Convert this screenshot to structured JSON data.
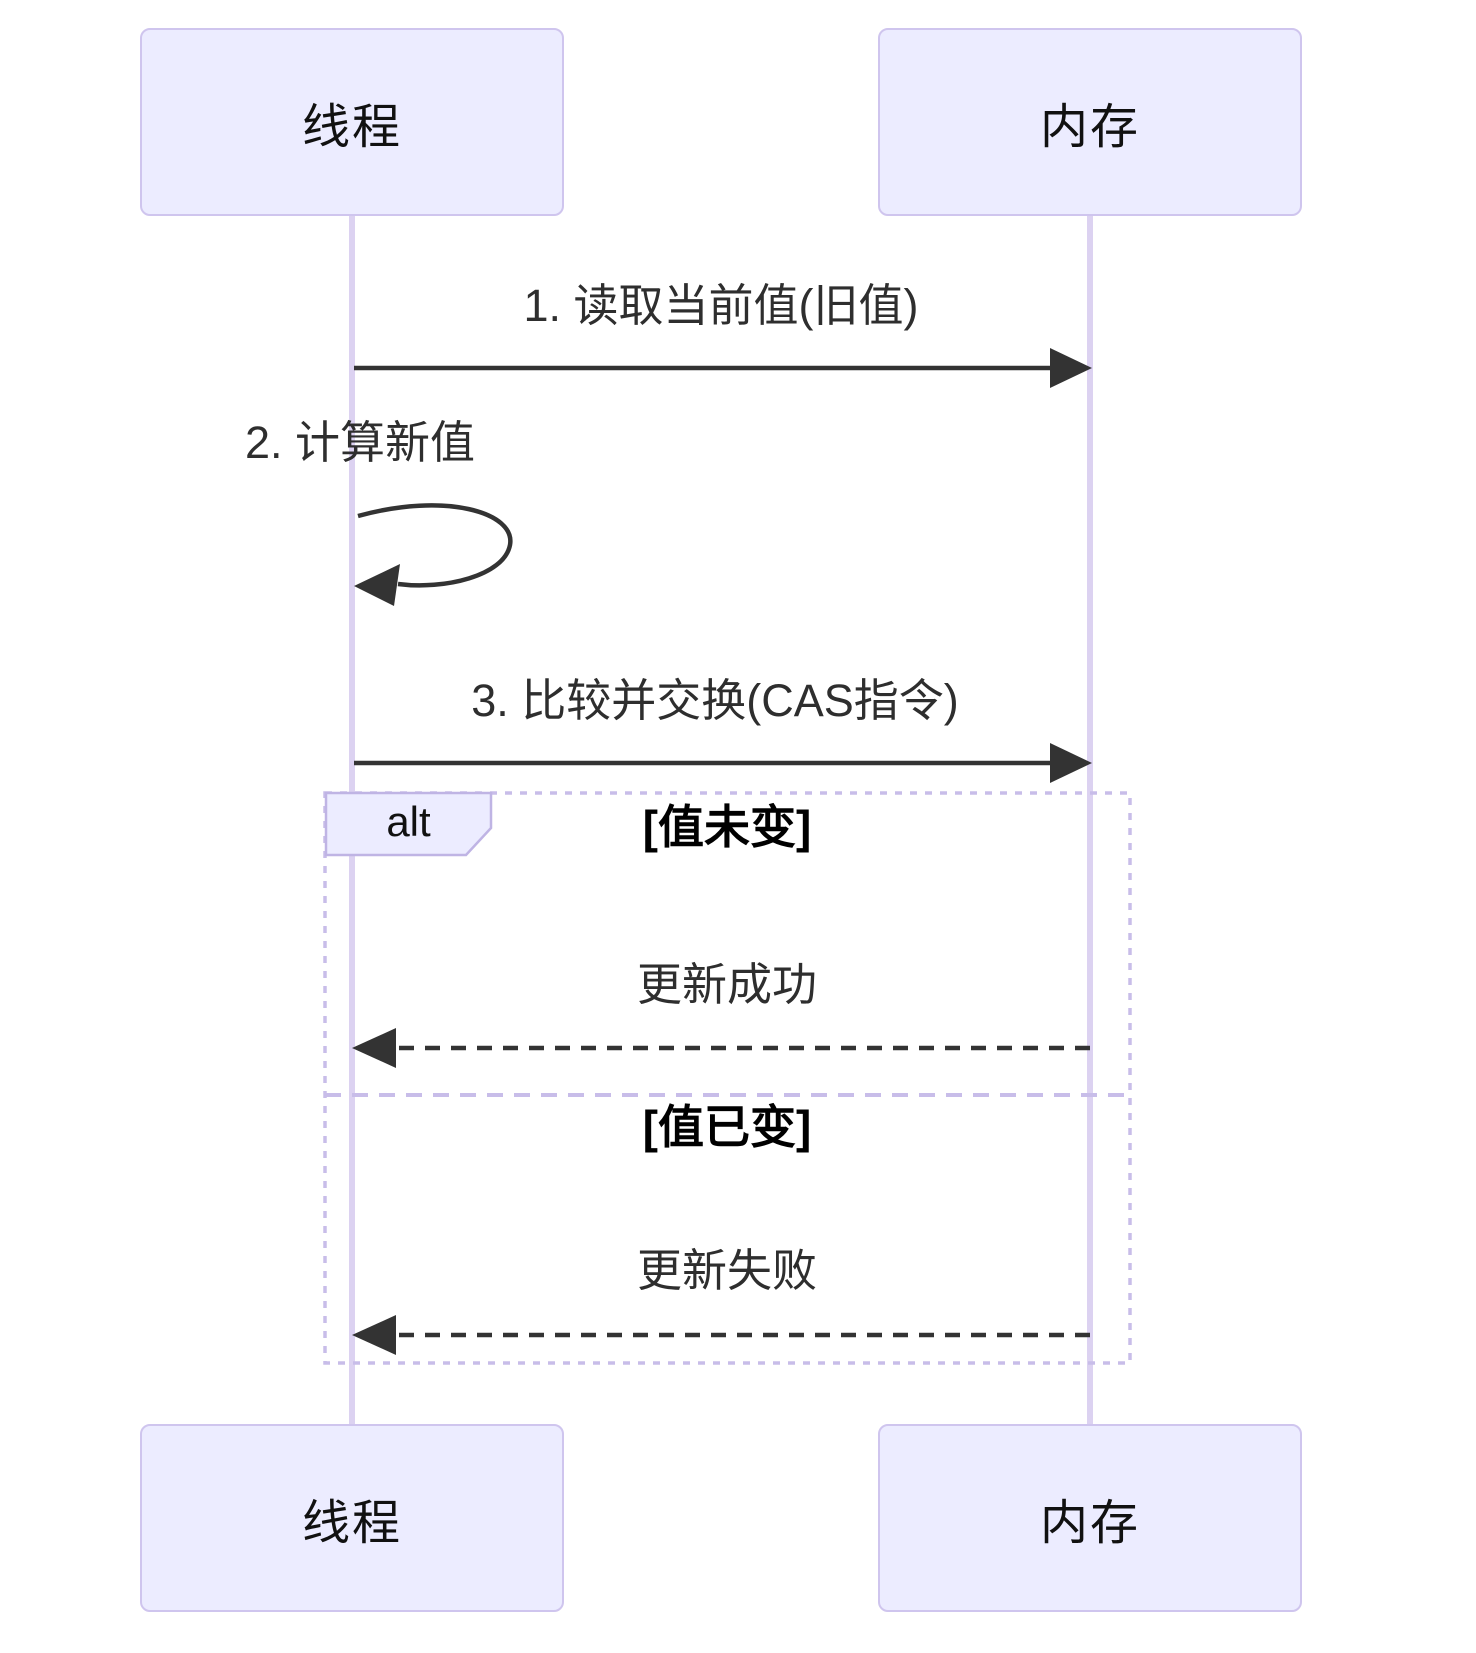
{
  "diagram": {
    "kind": "sequence-diagram",
    "actors": [
      {
        "id": "thread",
        "label": "线程"
      },
      {
        "id": "memory",
        "label": "内存"
      }
    ],
    "messages": [
      {
        "from": "thread",
        "to": "memory",
        "style": "solid",
        "text": "1. 读取当前值(旧值)"
      },
      {
        "from": "thread",
        "to": "thread",
        "style": "self",
        "text": "2. 计算新值"
      },
      {
        "from": "thread",
        "to": "memory",
        "style": "solid",
        "text": "3. 比较并交换(CAS指令)"
      },
      {
        "from": "memory",
        "to": "thread",
        "style": "dashed",
        "text": "更新成功"
      },
      {
        "from": "memory",
        "to": "thread",
        "style": "dashed",
        "text": "更新失败"
      }
    ],
    "alt_frame": {
      "label": "alt",
      "conditions": [
        "[值未变]",
        "[值已变]"
      ]
    },
    "colors": {
      "actor_fill": "#ECECFF",
      "actor_border": "#CFC5EE",
      "lifeline": "#DCD2F1",
      "arrow": "#333333",
      "frame_border": "#C8BDE9",
      "message_text": "#2e2e2e",
      "condition_text": "#000000"
    }
  }
}
